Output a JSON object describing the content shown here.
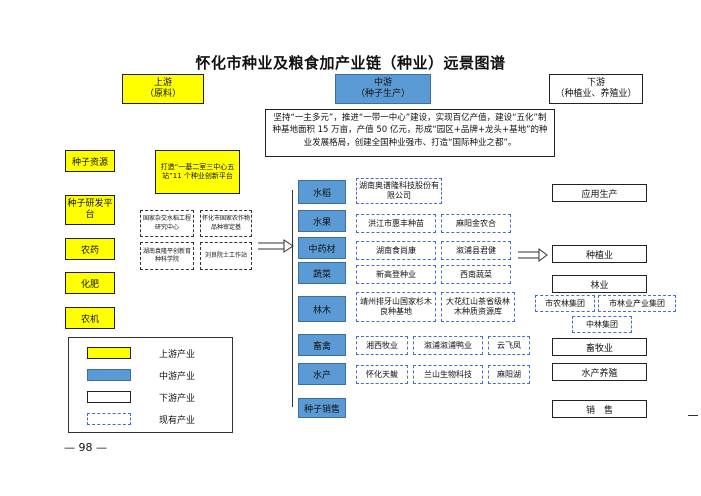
{
  "title": "怀化市种业及粮食加产业链（种业）远景图谱",
  "headers": {
    "upstream": {
      "name": "上游",
      "sub": "（原料）"
    },
    "midstream": {
      "name": "中游",
      "sub": "（种子生产）"
    },
    "downstream": {
      "name": "下游",
      "sub": "（种植业、养殖业）"
    }
  },
  "intro_text": "坚持“一主多元”，推进“一带一中心”建设，实现百亿产值，建设“五化”制种基地面积 15 万亩，产值 50 亿元，形成“园区+品牌+龙头+基地”的种业发展格局，创建全国种业强市、打造“国际种业之都”。",
  "upstream_items": [
    "种子资源",
    "种子研发平台",
    "农药",
    "化肥",
    "农机"
  ],
  "upstream_note": "打造“一基二室三中心五站”11 个种业创新平台",
  "upstream_existing": [
    "国家杂交水稻工程研究中心",
    "怀化市国家农作物品种审定基",
    "湖南袁隆平创新育种科学院",
    "刘良院士工作站"
  ],
  "mid_categories": [
    {
      "name": "水稻",
      "companies": [
        "湖南奥谱隆科技股份有限公司"
      ]
    },
    {
      "name": "水果",
      "companies": [
        "洪江市惠丰种苗",
        "麻阳金农合"
      ]
    },
    {
      "name": "中药材",
      "companies": [
        "湖南食尚康",
        "溆浦县君健"
      ]
    },
    {
      "name": "蔬菜",
      "companies": [
        "新高登种业",
        "西南蔬菜"
      ]
    },
    {
      "name": "林木",
      "companies": [
        "靖州排牙山国家杉木良种基地",
        "大花红山茶省级林木种质资源库"
      ]
    },
    {
      "name": "畜禽",
      "companies": [
        "湘西牧业",
        "溆浦溆浦鸭业",
        "云飞凤"
      ]
    },
    {
      "name": "水产",
      "companies": [
        "怀化天鲅",
        "兰山生物科技",
        "麻阳湖"
      ]
    },
    {
      "name": "种子销售",
      "companies": []
    }
  ],
  "downstream": {
    "app": "应用生产",
    "planting": "种植业",
    "forestry": "林业",
    "forestry_groups": [
      "市农林集团",
      "市林业产业集团",
      "中林集团"
    ],
    "livestock": "畜牧业",
    "aquaculture": "水产养殖",
    "sales": "销　售"
  },
  "legend": [
    "上游产业",
    "中游产业",
    "下游产业",
    "现有产业"
  ],
  "colors": {
    "upstream": "#ffff00",
    "midstream": "#5b9bd5",
    "existing_border": "#4472c4"
  },
  "page_number": "— 98 —"
}
